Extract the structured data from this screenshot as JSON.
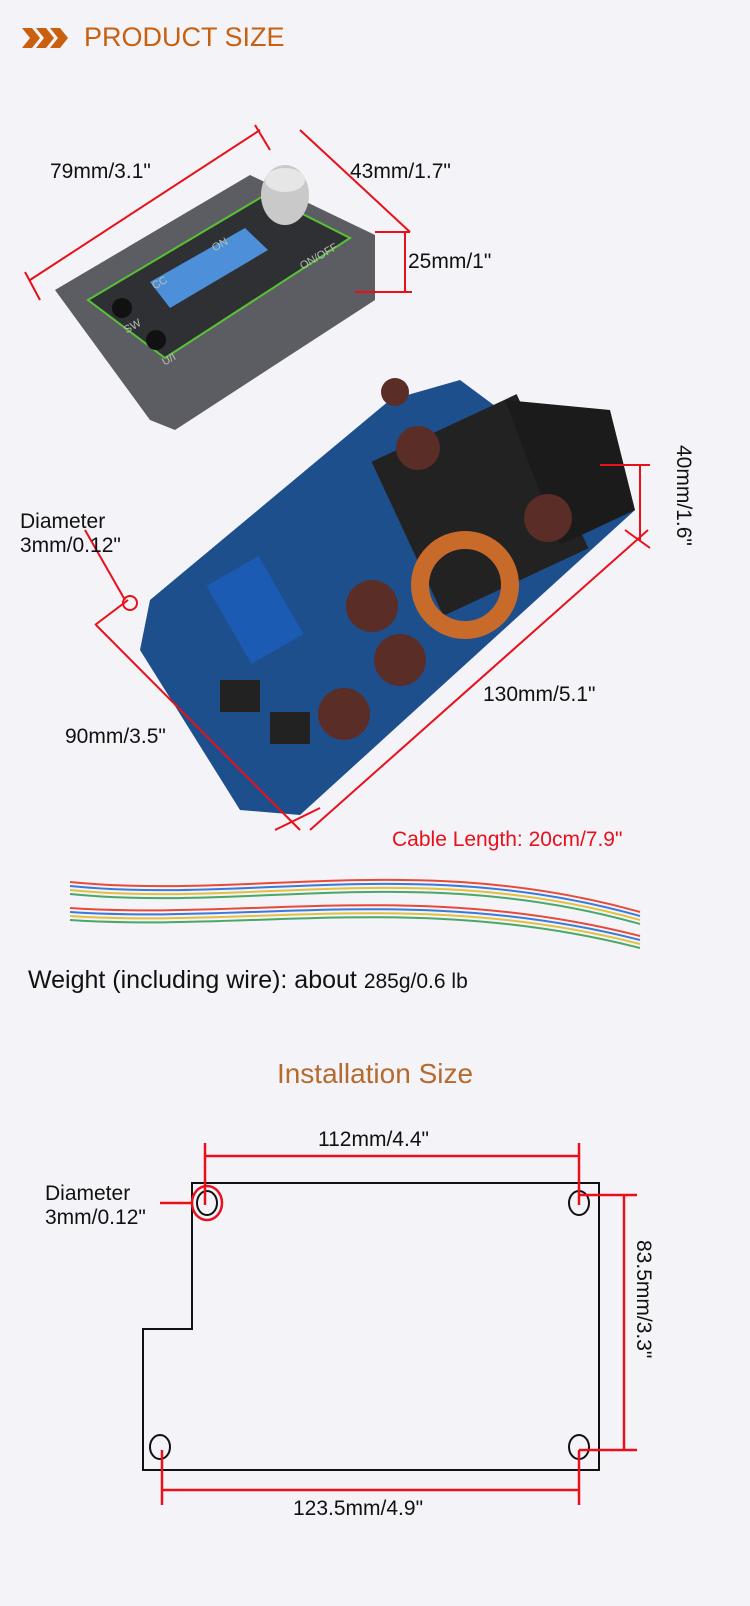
{
  "header": {
    "title": "PRODUCT SIZE",
    "icon": "triple-chevron-icon",
    "accent": "#c8600f"
  },
  "display_module": {
    "width": "79mm/3.1\"",
    "depth": "43mm/1.7\"",
    "height": "25mm/1\"",
    "labels": [
      "SW",
      "U/I",
      "CC",
      "ON",
      "ON/OFF"
    ]
  },
  "board": {
    "diameter_line1": "Diameter",
    "diameter_line2": "3mm/0.12\"",
    "height": "40mm/1.6\"",
    "length": "130mm/5.1\"",
    "width": "90mm/3.5\""
  },
  "cable": {
    "length": "Cable Length: 20cm/7.9\""
  },
  "weight": {
    "label": "Weight (including wire): about ",
    "value": "285g/0.6 lb"
  },
  "installation": {
    "title": "Installation Size",
    "top": "112mm/4.4\"",
    "diameter_line1": "Diameter",
    "diameter_line2": "3mm/0.12\"",
    "side": "83.5mm/3.3\"",
    "bottom": "123.5mm/4.9\""
  }
}
